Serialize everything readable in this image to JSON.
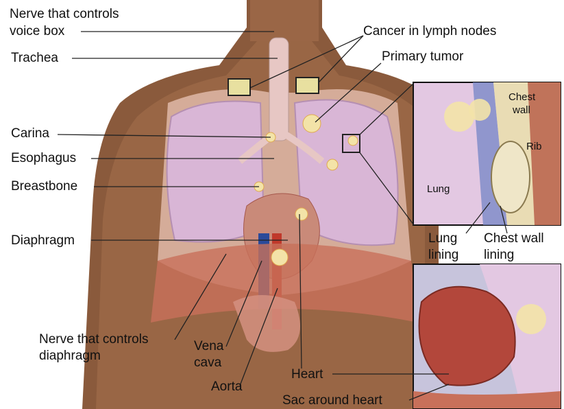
{
  "labels": {
    "nerve_voice_box_1": "Nerve that controls",
    "nerve_voice_box_2": "voice box",
    "trachea": "Trachea",
    "carina": "Carina",
    "esophagus": "Esophagus",
    "breastbone": "Breastbone",
    "diaphragm": "Diaphragm",
    "nerve_diaphragm_1": "Nerve that controls",
    "nerve_diaphragm_2": "diaphragm",
    "vena_cava_1": "Vena",
    "vena_cava_2": "cava",
    "aorta": "Aorta",
    "heart": "Heart",
    "sac_around_heart": "Sac around heart",
    "cancer_lymph_nodes": "Cancer in lymph nodes",
    "primary_tumor": "Primary tumor",
    "lung_lining_1": "Lung",
    "lung_lining_2": "lining",
    "chest_wall_lining_1": "Chest wall",
    "chest_wall_lining_2": "lining"
  },
  "inset_labels": {
    "chest_wall_1": "Chest",
    "chest_wall_2": "wall",
    "rib": "Rib",
    "lung": "Lung"
  },
  "colors": {
    "skin": "#8a5a3c",
    "lung": "#d9b6d6",
    "tumor": "#f3e3a8",
    "vena_cava": "#2a4a9a",
    "aorta": "#c0392b",
    "heart": "#b3473b",
    "muscle": "#c8705a"
  }
}
